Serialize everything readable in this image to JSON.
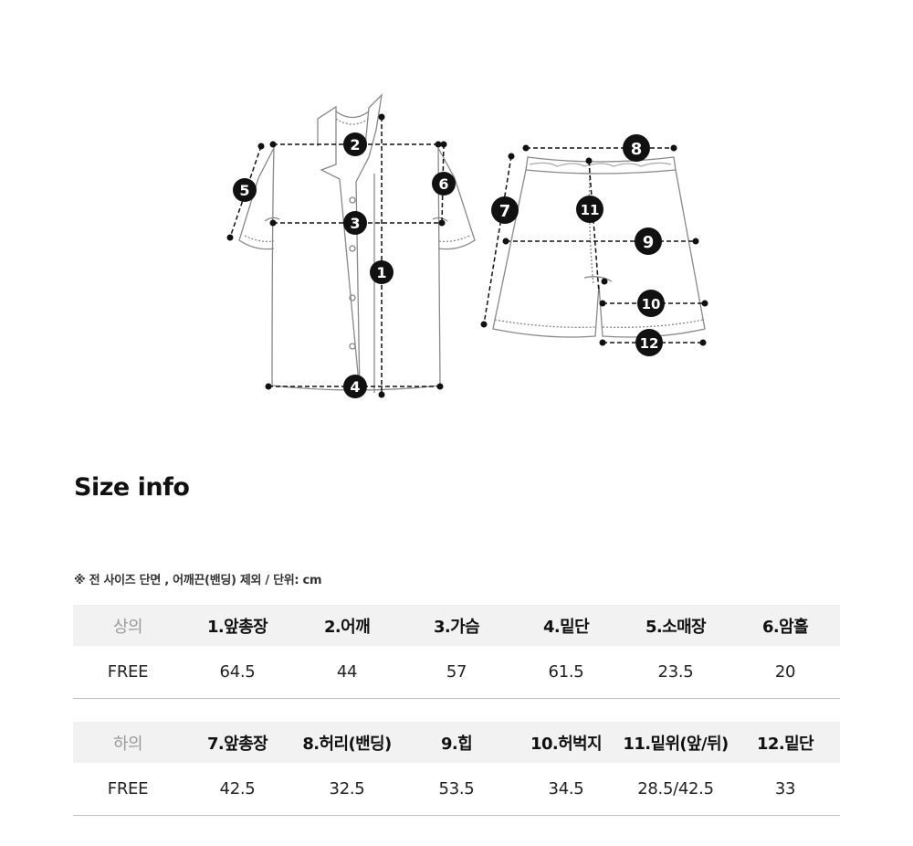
{
  "diagram": {
    "markers": [
      "1",
      "2",
      "3",
      "4",
      "5",
      "6",
      "7",
      "8",
      "9",
      "10",
      "11",
      "12"
    ]
  },
  "title": "Size info",
  "note": "※ 전 사이즈 단면 , 어깨끈(밴딩) 제외 / 단위: cm",
  "top": {
    "category": "상의",
    "headers": [
      "1.앞총장",
      "2.어깨",
      "3.가슴",
      "4.밑단",
      "5.소매장",
      "6.암홀"
    ],
    "size": "FREE",
    "values": [
      "64.5",
      "44",
      "57",
      "61.5",
      "23.5",
      "20"
    ]
  },
  "bottom": {
    "category": "하의",
    "headers": [
      "7.앞총장",
      "8.허리(밴딩)",
      "9.힙",
      "10.허벅지",
      "11.밑위(앞/뒤)",
      "12.밑단"
    ],
    "size": "FREE",
    "values": [
      "42.5",
      "32.5",
      "53.5",
      "34.5",
      "28.5/42.5",
      "33"
    ]
  }
}
